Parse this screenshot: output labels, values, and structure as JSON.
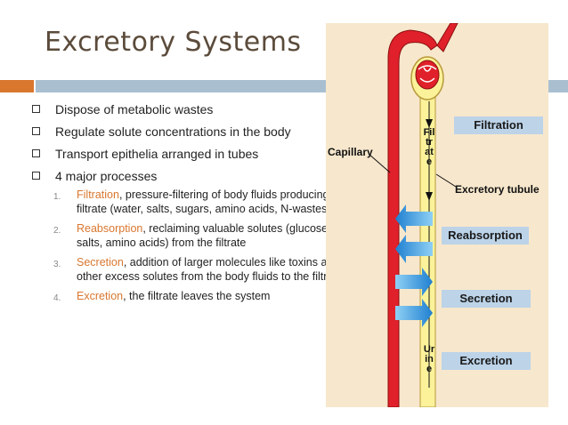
{
  "slide": {
    "title": "Excretory Systems",
    "bullets": [
      "Dispose of metabolic wastes",
      "Regulate solute concentrations in the body",
      "Transport epithelia arranged in tubes",
      "4 major processes"
    ],
    "processes": [
      {
        "num": "1.",
        "keyword": "Filtration",
        "text": ", pressure-filtering of body fluids producing a filtrate (water, salts, sugars, amino acids, N-wastes)"
      },
      {
        "num": "2.",
        "keyword": "Reabsorption",
        "text": ", reclaiming valuable solutes (glucose, salts, amino acids) from the filtrate"
      },
      {
        "num": "3.",
        "keyword": "Secretion",
        "text": ", addition of larger molecules like toxins and other excess solutes from the body fluids to the filtrate"
      },
      {
        "num": "4.",
        "keyword": "Excretion",
        "text": ", the filtrate leaves the system"
      }
    ]
  },
  "diagram": {
    "capillary_label": "Capillary",
    "filtrate_label": "Filtrate",
    "tubule_label": "Excretory tubule",
    "urine_label": "Urine",
    "process_boxes": [
      "Filtration",
      "Reabsorption",
      "Secretion",
      "Excretion"
    ]
  },
  "colors": {
    "accent_orange": "#d9772f",
    "bar_blue": "#a9bfd0",
    "capillary_red": "#e0202a",
    "tubule_yellow": "#fbf29a",
    "arrow_blue": "#3f9fe0"
  }
}
